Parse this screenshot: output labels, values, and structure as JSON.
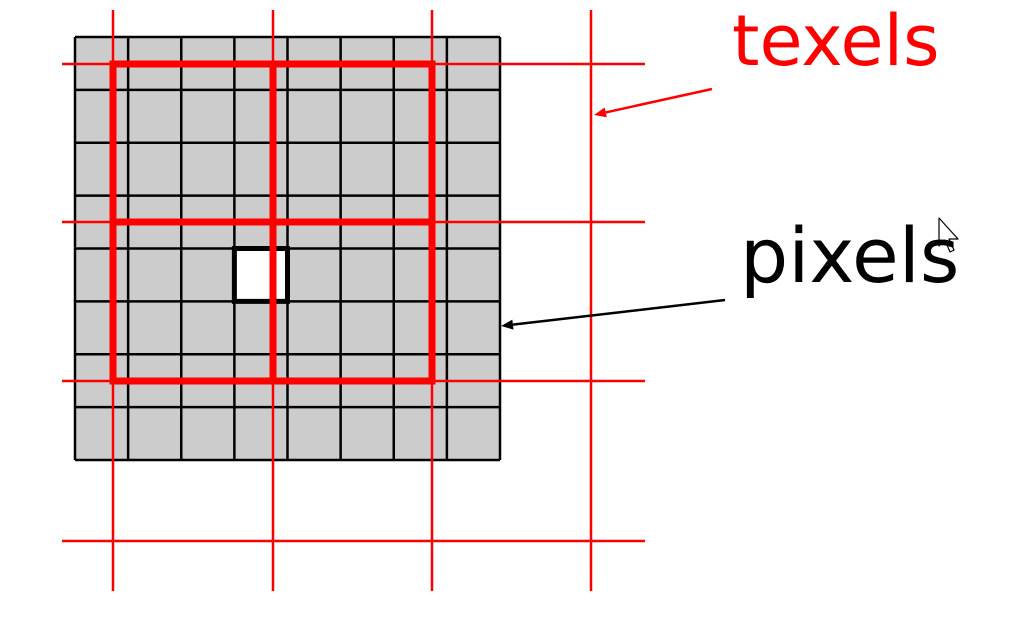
{
  "labels": {
    "texels": "texels",
    "pixels": "pixels"
  },
  "colors": {
    "texel_grid": "#ff0000",
    "pixel_fill": "#cccccc",
    "pixel_line": "#000000",
    "highlight_pixel": "#ffffff",
    "texels_label": "#ff0000",
    "pixels_label": "#000000",
    "background": "#ffffff"
  },
  "pixel_grid": {
    "rows": 8,
    "cols": 8,
    "highlighted_pixel": {
      "row": 4,
      "col": 3
    }
  },
  "texel_grid": {
    "vertical_lines": 4,
    "horizontal_lines": 4,
    "footprint_cells": 2
  },
  "cursor": "mouse-pointer-icon"
}
